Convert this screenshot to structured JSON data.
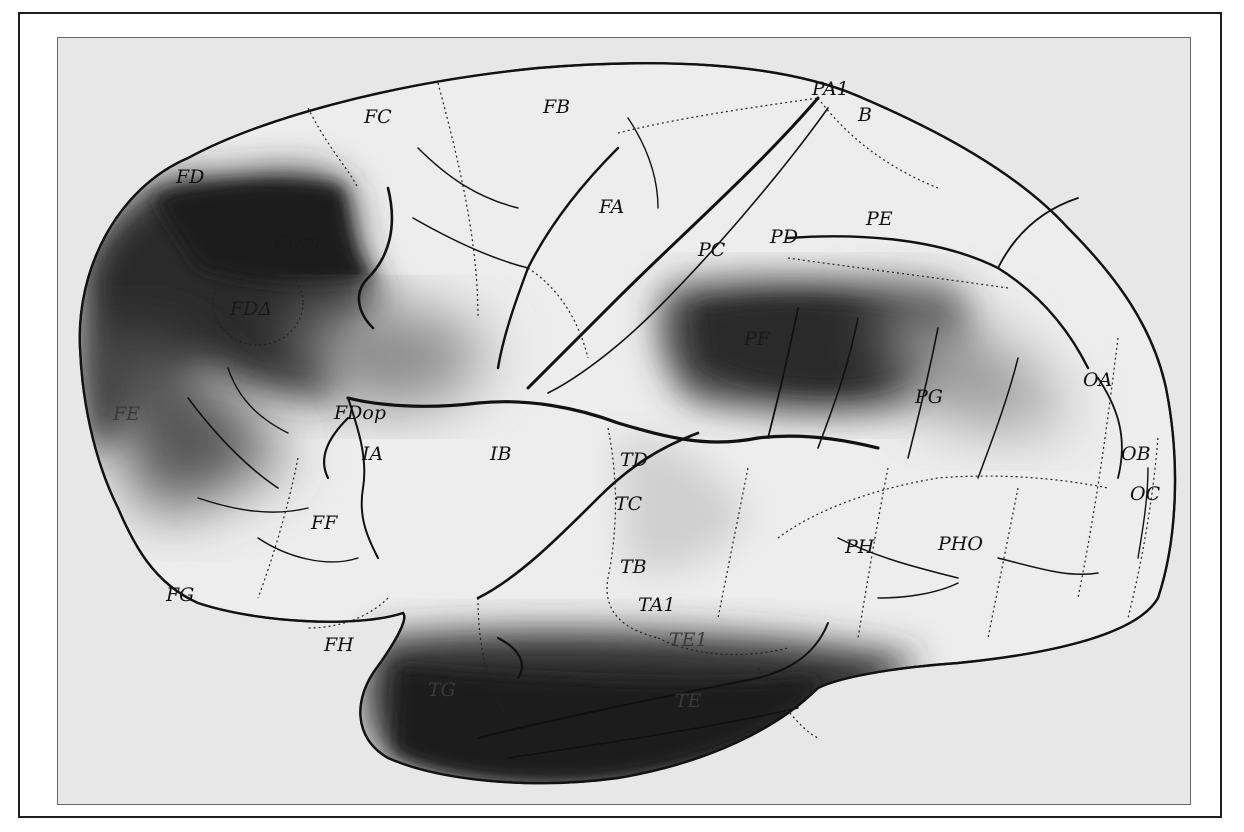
{
  "figure": {
    "labels": [
      {
        "id": "PA1",
        "text": "PA1"
      },
      {
        "id": "B",
        "text": "B"
      },
      {
        "id": "FC",
        "text": "FC"
      },
      {
        "id": "FB",
        "text": "FB"
      },
      {
        "id": "FD",
        "text": "FD"
      },
      {
        "id": "FA",
        "text": "FA"
      },
      {
        "id": "PE",
        "text": "PE"
      },
      {
        "id": "PC",
        "text": "PC"
      },
      {
        "id": "PD",
        "text": "PD"
      },
      {
        "id": "FDm",
        "text": "FDm"
      },
      {
        "id": "FDd",
        "text": "FDΔ"
      },
      {
        "id": "PF",
        "text": "PF"
      },
      {
        "id": "OA",
        "text": "OA"
      },
      {
        "id": "PG",
        "text": "PG"
      },
      {
        "id": "FE",
        "text": "FE"
      },
      {
        "id": "FDop",
        "text": "FDop"
      },
      {
        "id": "IA",
        "text": "IA"
      },
      {
        "id": "IB",
        "text": "IB"
      },
      {
        "id": "TD",
        "text": "TD"
      },
      {
        "id": "OB",
        "text": "OB"
      },
      {
        "id": "OC",
        "text": "OC"
      },
      {
        "id": "TC",
        "text": "TC"
      },
      {
        "id": "FF",
        "text": "FF"
      },
      {
        "id": "PH",
        "text": "PH"
      },
      {
        "id": "PHO",
        "text": "PHO"
      },
      {
        "id": "TB",
        "text": "TB"
      },
      {
        "id": "FG",
        "text": "FG"
      },
      {
        "id": "TA1",
        "text": "TA1"
      },
      {
        "id": "FH",
        "text": "FH"
      },
      {
        "id": "TE1",
        "text": "TE1"
      },
      {
        "id": "TG",
        "text": "TG"
      },
      {
        "id": "TE",
        "text": "TE"
      }
    ]
  }
}
